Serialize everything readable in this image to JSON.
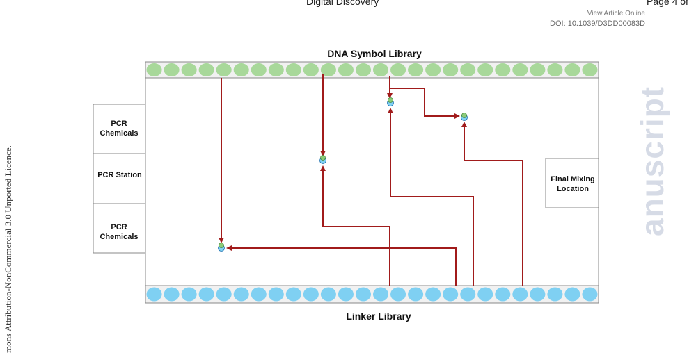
{
  "header": {
    "journal": "Digital Discovery",
    "page": "Page 4 of",
    "view_online": "View Article Online",
    "doi": "DOI: 10.1039/D3DD00083D"
  },
  "side_license": "mons Attribution-NonCommercial 3.0 Unported Licence.",
  "watermark": "anuscript",
  "figure": {
    "top_title": "DNA Symbol Library",
    "bottom_title": "Linker Library",
    "stations": [
      {
        "lines": [
          "PCR",
          "Chemicals"
        ]
      },
      {
        "lines": [
          "PCR Station"
        ]
      },
      {
        "lines": [
          "PCR",
          "Chemicals"
        ]
      }
    ],
    "final_mixing": [
      "Final Mixing",
      "Location"
    ],
    "well_count": 26,
    "colors": {
      "symbol_well": "#a8d89a",
      "linker_well": "#7fd0f2",
      "arrow": "#a11b1b",
      "tray_bg": "#f1f1f1",
      "border": "#888888"
    }
  }
}
